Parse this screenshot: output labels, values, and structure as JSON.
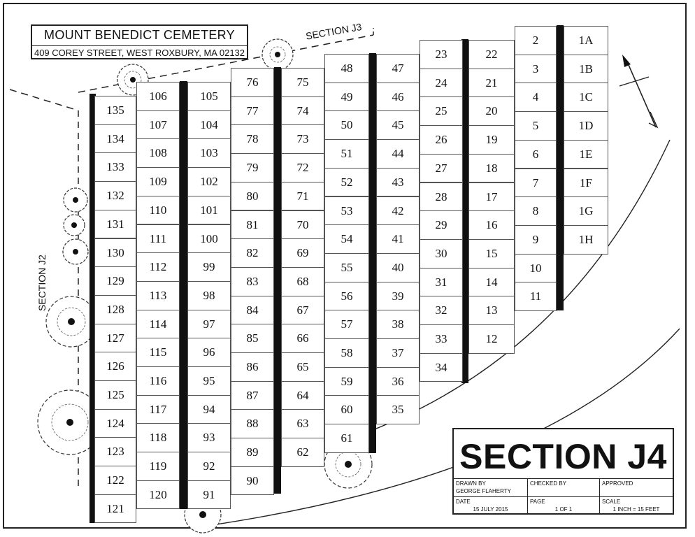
{
  "cemetery": {
    "name": "MOUNT BENEDICT CEMETERY",
    "address": "409 COREY STREET, WEST ROXBURY, MA 02132"
  },
  "labels": {
    "section_j3": "SECTION J3",
    "section_j2": "SECTION J2"
  },
  "title_block": {
    "title": "SECTION J4",
    "drawn_by_label": "DRAWN BY",
    "drawn_by_value": "GEORGE FLAHERTY",
    "checked_by_label": "CHECKED BY",
    "checked_by_value": "",
    "approved_label": "APPROVED",
    "approved_value": "",
    "date_label": "DATE",
    "date_value": "15 JULY 2015",
    "page_label": "PAGE",
    "page_value": "1 OF 1",
    "scale_label": "SCALE",
    "scale_value": "1 INCH = 15 FEET"
  },
  "lot_columns": [
    [
      "135",
      "134",
      "133",
      "132",
      "131",
      "130",
      "129",
      "128",
      "127",
      "126",
      "125",
      "124",
      "123",
      "122",
      "121"
    ],
    [
      "106",
      "107",
      "108",
      "109",
      "110",
      "111",
      "112",
      "113",
      "114",
      "115",
      "116",
      "117",
      "118",
      "119",
      "120"
    ],
    [
      "105",
      "104",
      "103",
      "102",
      "101",
      "100",
      "99",
      "98",
      "97",
      "96",
      "95",
      "94",
      "93",
      "92",
      "91"
    ],
    [
      "76",
      "77",
      "78",
      "79",
      "80",
      "81",
      "82",
      "83",
      "84",
      "85",
      "86",
      "87",
      "88",
      "89",
      "90"
    ],
    [
      "75",
      "74",
      "73",
      "72",
      "71",
      "70",
      "69",
      "68",
      "67",
      "66",
      "65",
      "64",
      "63",
      "62"
    ],
    [
      "48",
      "49",
      "50",
      "51",
      "52",
      "53",
      "54",
      "55",
      "56",
      "57",
      "58",
      "59",
      "60",
      "61"
    ],
    [
      "47",
      "46",
      "45",
      "44",
      "43",
      "42",
      "41",
      "40",
      "39",
      "38",
      "37",
      "36",
      "35"
    ],
    [
      "23",
      "24",
      "25",
      "26",
      "27",
      "28",
      "29",
      "30",
      "31",
      "32",
      "33",
      "34"
    ],
    [
      "22",
      "21",
      "20",
      "19",
      "18",
      "17",
      "16",
      "15",
      "14",
      "13",
      "12"
    ],
    [
      "2",
      "3",
      "4",
      "5",
      "6",
      "7",
      "8",
      "9",
      "10",
      "11"
    ],
    [
      "1A",
      "1B",
      "1C",
      "1D",
      "1E",
      "1F",
      "1G",
      "1H"
    ]
  ]
}
